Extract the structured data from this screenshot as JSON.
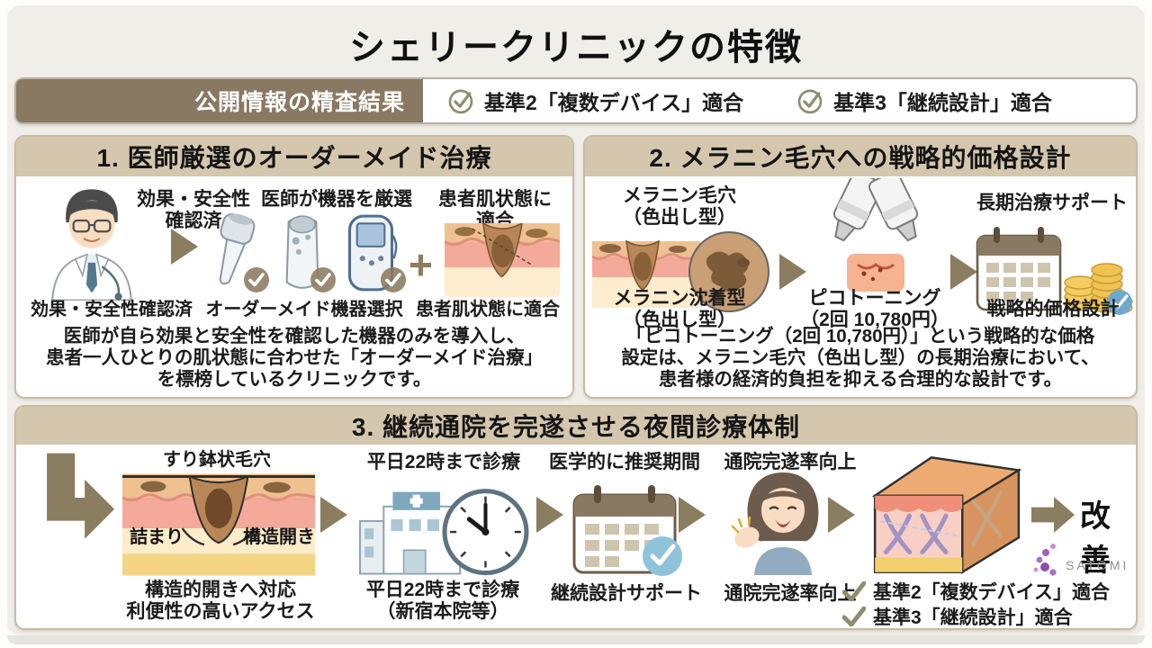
{
  "title": "シェリークリニックの特徴",
  "header_bar": {
    "label": "公開情報の精査結果",
    "checks": [
      {
        "text": "基準2「複数デバイス」適合"
      },
      {
        "text": "基準3「継続設計」適合"
      }
    ]
  },
  "panel1": {
    "heading": "1. 医師厳選のオーダーメイド治療",
    "top_labels": [
      "効果・安全性\n確認済",
      "医師が機器を厳選",
      "患者肌状態に\n適合"
    ],
    "plus_sign": "+",
    "mid_labels": [
      "効果・安全性確認済",
      "オーダーメイド機器選択",
      "患者肌状態に適合"
    ],
    "description": "医師が自ら効果と安全性を確認した機器のみを導入し、\n患者一人ひとりの肌状態に合わせた「オーダーメイド治療」\nを標榜しているクリニックです。"
  },
  "panel2": {
    "heading": "2. メラニン毛穴への戦略的価格設計",
    "label_melanin_pore": "メラニン毛穴\n（色出し型）",
    "label_long_term": "長期治療サポート",
    "label_melanin_type": "メラニン沈着型\n（色出し型）",
    "label_pico": "ピコトーニング\n（2回 10,780円）",
    "label_strategy": "戦略的価格設計",
    "description": "「ピコトーニング（2回 10,780円）」という戦略的な価格\n設定は、メラニン毛穴（色出し型）の長期治療において、\n患者様の経済的負担を抑える合理的な設計です。"
  },
  "panel3": {
    "heading": "3. 継続通院を完遂させる夜間診療体制",
    "skin": {
      "top": "すり鉢状毛穴",
      "left": "詰まり",
      "right": "構造開き",
      "caption": "構造的開きへ対応\n利便性の高いアクセス"
    },
    "hospital": {
      "top": "平日22時まで診療",
      "caption": "平日22時まで診療\n（新宿本院等）"
    },
    "calendar": {
      "top": "医学的に推奨期間",
      "caption": "継続設計サポート"
    },
    "patient": {
      "top": "通院完遂率向上",
      "caption": "通院完遂率向上"
    },
    "result": "改善",
    "checks": [
      {
        "text": "基準2「複数デバイス」適合"
      },
      {
        "text": "基準3「継続設計」適合"
      }
    ]
  },
  "logo": {
    "text": "SATOMI"
  },
  "colors": {
    "accent_brown": "#8a7962",
    "band_tan": "#d4c7ae",
    "arrow_olive": "#8b7d5f",
    "check_olive": "#8f8d6e",
    "check_blue": "#6fa8cc",
    "logo_purple": "#a361bd"
  }
}
